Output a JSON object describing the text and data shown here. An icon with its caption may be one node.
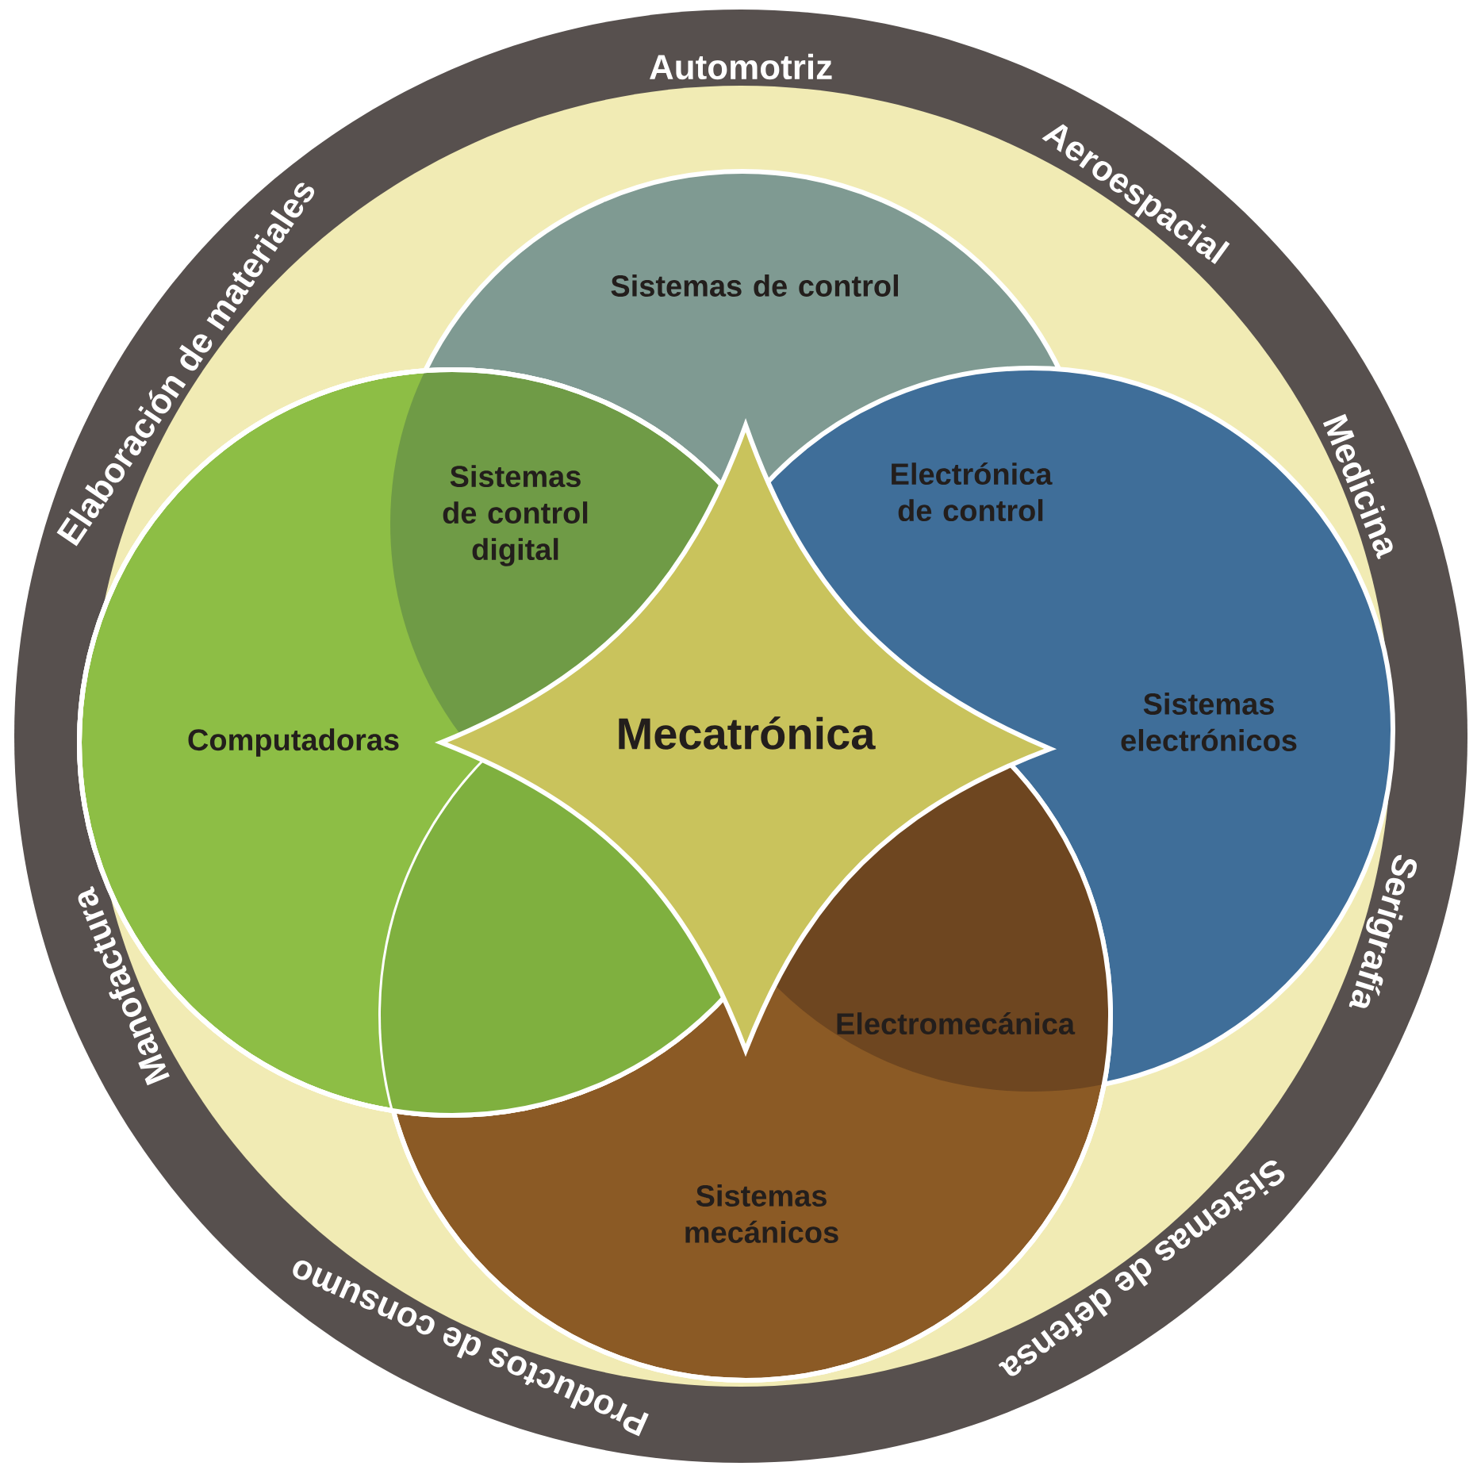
{
  "diagram": {
    "nodes": [
      {
        "text": [
          "Sistemas de control"
        ]
      },
      {
        "text": [
          "Computadoras"
        ]
      },
      {
        "text": [
          "Sistemas electrónicos"
        ]
      },
      {
        "text": [
          "Sistemas mecánicos"
        ]
      },
      {
        "text": [
          "Mecatrónica"
        ]
      }
    ],
    "labels": [
      "Automotriz",
      "Aeroespacial",
      "Medicina",
      "Serigrafía",
      "Sistemas de defensa",
      "Productos de consumo",
      "Manofactura",
      "Elaboración de materiales",
      "Sistemas de control digital",
      "Electrónica de control",
      "Electromecánica"
    ]
  }
}
